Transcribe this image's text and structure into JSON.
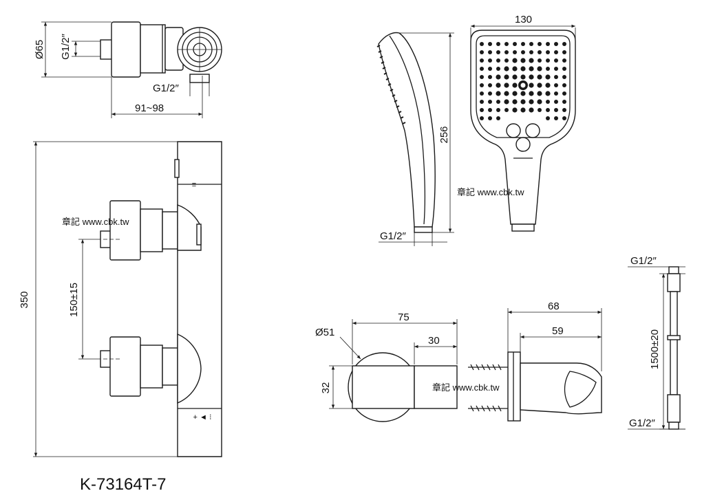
{
  "model_code": "K-73164T-7",
  "watermark": "章記 www.cbk.tw",
  "top_view": {
    "diameter_label": "Ø65",
    "inlet_thread_label": "G1/2″",
    "outlet_thread_label": "G1/2″",
    "depth_range_label": "91~98"
  },
  "front_view": {
    "height_label": "350",
    "inlet_spacing_label": "150±15"
  },
  "hand_shower": {
    "length_label": "256",
    "width_label": "130",
    "thread_label": "G1/2″"
  },
  "wall_outlet": {
    "diameter_label": "Ø51",
    "length_label": "75",
    "block_length_label": "30",
    "height_label": "32"
  },
  "holder": {
    "depth_label": "68",
    "inner_depth_label": "59"
  },
  "hose": {
    "length_label": "1500±20",
    "top_thread_label": "G1/2″",
    "bottom_thread_label": "G1/2″"
  }
}
